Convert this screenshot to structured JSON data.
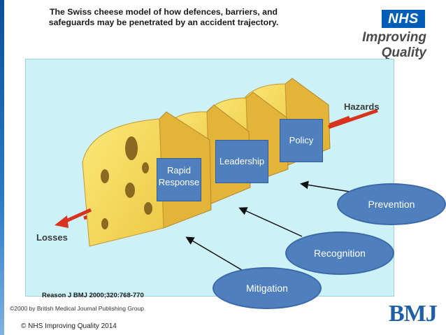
{
  "title": "The Swiss cheese model of how defences, barriers, and safeguards may be penetrated by an accident trajectory.",
  "logo": {
    "brand": "NHS",
    "tagline": "Improving Quality"
  },
  "diagram": {
    "hazards_label": "Hazards",
    "losses_label": "Losses",
    "barriers": [
      "Rapid Response",
      "Leadership",
      "Policy"
    ],
    "stages": [
      "Prevention",
      "Recognition",
      "Mitigation"
    ]
  },
  "reference": "Reason J BMJ 2000;320:768-770",
  "copyright_bmj": "©2000 by British Medical Journal Publishing Group",
  "copyright_nhs": "© NHS Improving Quality 2014",
  "bmj_logo": "BMJ",
  "colors": {
    "panel": "#ccf2f8",
    "cheese": "#f6dc5c",
    "cheese_edge": "#d9a832",
    "box": "#4f7fbd",
    "arrow": "#d9321f",
    "nhs_blue": "#005eb8"
  }
}
